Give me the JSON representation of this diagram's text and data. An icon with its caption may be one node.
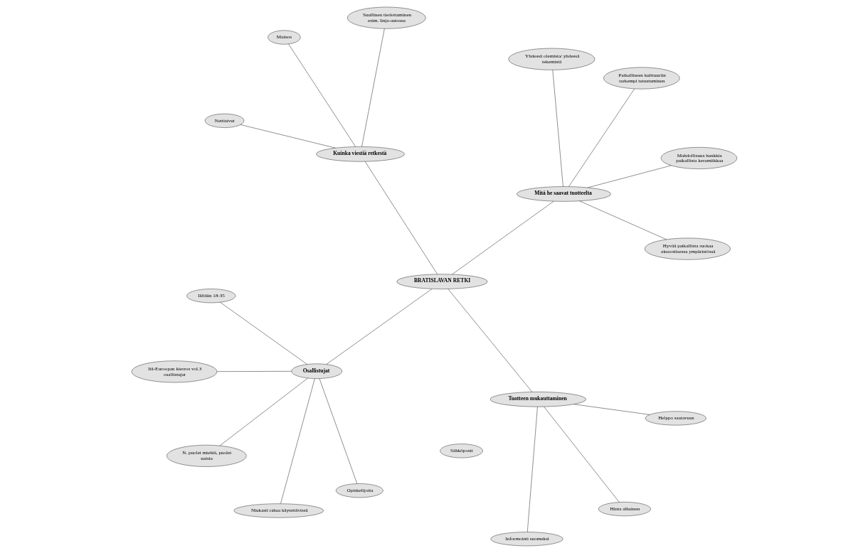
{
  "diagram": {
    "nodes": [
      {
        "text": [
          "BRATISLAVAN RETKI"
        ]
      },
      {
        "text": [
          "Osallistujat"
        ]
      },
      {
        "text": [
          "Niukasti rahaa käytettävissä"
        ]
      },
      {
        "text": [
          "Iältään 18-35"
        ]
      },
      {
        "text": [
          "Opiskelijoita"
        ]
      },
      {
        "text": [
          "Itä-Euroopan kierros vol.3 osallistujat"
        ]
      },
      {
        "text": [
          "N. puolet miehiä, puolet naisia"
        ]
      },
      {
        "text": [
          "Tuotteen mukauttaminen"
        ]
      },
      {
        "text": [
          "Informointi suomeksi"
        ]
      },
      {
        "text": [
          "Helppo saatavuus"
        ]
      },
      {
        "text": [
          "Hinta alhainen"
        ]
      },
      {
        "text": [
          "Mitä he saavat tuotteelta"
        ]
      },
      {
        "text": [
          "Mahdollisuus hankkia paikallista keramiikkaa"
        ]
      },
      {
        "text": [
          "Paikalliseen kulttuuriin tarkempi tutustuminen"
        ]
      },
      {
        "text": [
          "Yhdessä olemista/ yhdessä tekemistä"
        ]
      },
      {
        "text": [
          "Hyvää paikallista ruokaa eksoottisessa ympäristössä"
        ]
      },
      {
        "text": [
          "Kuinka viestiä retkestä"
        ]
      },
      {
        "text": [
          "Sähköposti"
        ]
      },
      {
        "text": [
          "Mainos"
        ]
      },
      {
        "text": [
          "Nettisivut"
        ]
      },
      {
        "text": [
          "Suullinen tiedottaminen esim. linja-autossa"
        ]
      }
    ],
    "edges": [
      {
        "from": 0,
        "to": 1,
        "arrow": "none"
      },
      {
        "from": 1,
        "to": 2,
        "arrow": "none"
      },
      {
        "from": 1,
        "to": 3,
        "arrow": "none"
      },
      {
        "from": 1,
        "to": 4,
        "arrow": "none"
      },
      {
        "from": 1,
        "to": 5,
        "arrow": "none"
      },
      {
        "from": 1,
        "to": 6,
        "arrow": "none"
      },
      {
        "from": 0,
        "to": 7,
        "arrow": "none"
      },
      {
        "from": 7,
        "to": 8,
        "arrow": "none"
      },
      {
        "from": 7,
        "to": 9,
        "arrow": "none"
      },
      {
        "from": 7,
        "to": 10,
        "arrow": "none"
      },
      {
        "from": 0,
        "to": 11,
        "arrow": "none"
      },
      {
        "from": 11,
        "to": 12,
        "arrow": "none"
      },
      {
        "from": 11,
        "to": 13,
        "arrow": "none"
      },
      {
        "from": 11,
        "to": 14,
        "arrow": "none"
      },
      {
        "from": 11,
        "to": 15,
        "arrow": "none"
      },
      {
        "from": 0,
        "to": 16,
        "arrow": "none"
      },
      {
        "from": 16,
        "to": 18,
        "arrow": "none"
      },
      {
        "from": 16,
        "to": 19,
        "arrow": "none"
      },
      {
        "from": 16,
        "to": 20,
        "arrow": "none"
      }
    ]
  }
}
